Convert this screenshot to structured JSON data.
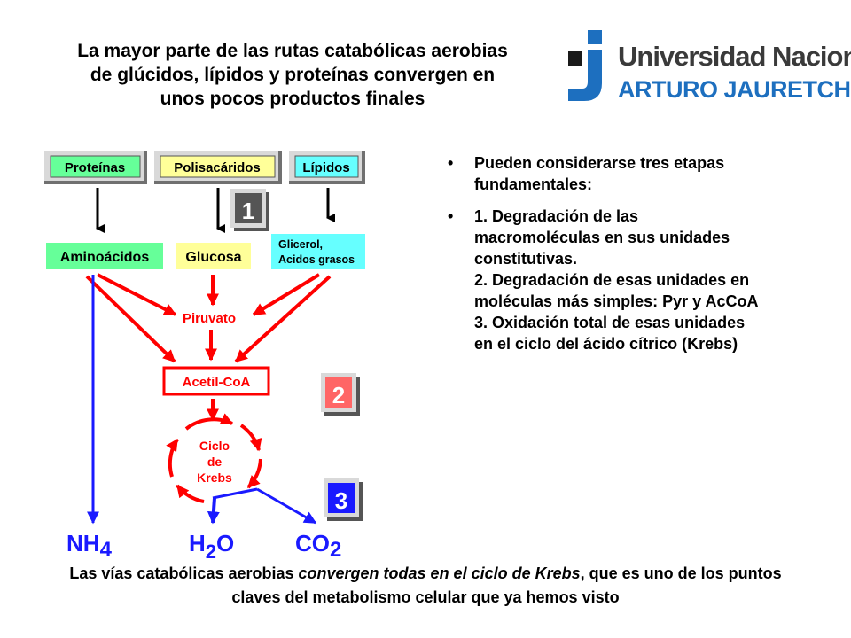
{
  "title": {
    "line1": "La mayor parte de las rutas catabólicas aerobias",
    "line2": "de glúcidos, lípidos y proteínas convergen en",
    "line3": "unos pocos productos finales"
  },
  "logo": {
    "line1": "Universidad Nacional",
    "line2": "ARTURO JAURETCHE"
  },
  "diagram": {
    "sources": [
      "Proteínas",
      "Polisacáridos",
      "Lípidos"
    ],
    "units": [
      "Aminoácidos",
      "Glucosa",
      "Glicerol,",
      "Acidos grasos"
    ],
    "pyruvate": "Piruvato",
    "acetyl": "Acetil-CoA",
    "krebs": [
      "Ciclo",
      "de",
      "Krebs"
    ],
    "stages": [
      "1",
      "2",
      "3"
    ],
    "products": {
      "nh4": {
        "base": "NH",
        "sub": "4"
      },
      "h2o": {
        "base": "H",
        "sub": "2",
        "tail": "O"
      },
      "co2": {
        "base": "CO",
        "sub": "2"
      }
    }
  },
  "bullets": {
    "item1": [
      "Pueden considerarse tres etapas",
      "fundamentales:"
    ],
    "item2": [
      "1. Degradación de las",
      "macromoléculas en sus unidades",
      "constitutivas.",
      "2. Degradación de esas unidades en",
      "moléculas más simples: Pyr y AcCoA",
      "3. Oxidación total de esas unidades",
      "en el ciclo del ácido cítrico (Krebs)"
    ]
  },
  "footer": {
    "part1": "Las vías catabólicas aerobias ",
    "part2": "convergen todas en el ciclo de Krebs",
    "part3": ", que es uno de los puntos",
    "line2": "claves del metabolismo celular  que ya hemos visto"
  },
  "colors": {
    "green": "#66ff99",
    "yellow": "#ffff99",
    "cyan": "#66ffff",
    "red": "#ff0000",
    "blue": "#1a1aff",
    "brand_blue": "#1d6fbf"
  }
}
